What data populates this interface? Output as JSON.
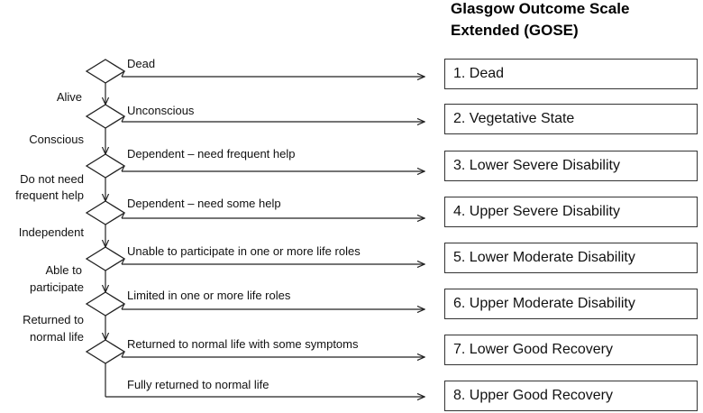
{
  "title_line1": "Glasgow Outcome Scale",
  "title_line2": "Extended (GOSE)",
  "outcomes": [
    "1. Dead",
    "2. Vegetative State",
    "3. Lower Severe Disability",
    "4. Upper Severe Disability",
    "5. Lower Moderate Disability",
    "6. Upper Moderate Disability",
    "7. Lower Good Recovery",
    "8. Upper Good Recovery"
  ],
  "branch_labels": [
    "Dead",
    "Unconscious",
    "Dependent – need frequent help",
    "Dependent – need some help",
    "Unable to participate in one or more life roles",
    "Limited in one or more life roles",
    "Returned to normal life with some symptoms",
    "Fully returned to normal life"
  ],
  "continue_labels": [
    [
      "Alive"
    ],
    [
      "Conscious"
    ],
    [
      "Do not need",
      "frequent help"
    ],
    [
      "Independent"
    ],
    [
      "Able to",
      "participate"
    ],
    [
      "Returned to",
      "normal life"
    ]
  ]
}
